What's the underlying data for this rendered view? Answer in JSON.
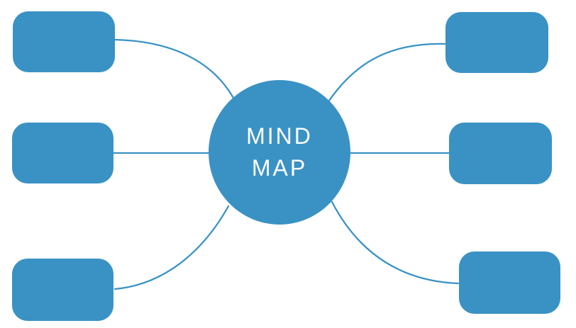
{
  "colors": {
    "primary": "#3a92c4",
    "label_text": "#ffffff",
    "background": "#ffffff"
  },
  "center": {
    "line1": "MIND",
    "line2": "MAP",
    "label": "MIND MAP"
  },
  "nodes": [
    {
      "id": "top-left",
      "label": ""
    },
    {
      "id": "middle-left",
      "label": ""
    },
    {
      "id": "bottom-left",
      "label": ""
    },
    {
      "id": "top-right",
      "label": ""
    },
    {
      "id": "middle-right",
      "label": ""
    },
    {
      "id": "bottom-right",
      "label": ""
    }
  ]
}
